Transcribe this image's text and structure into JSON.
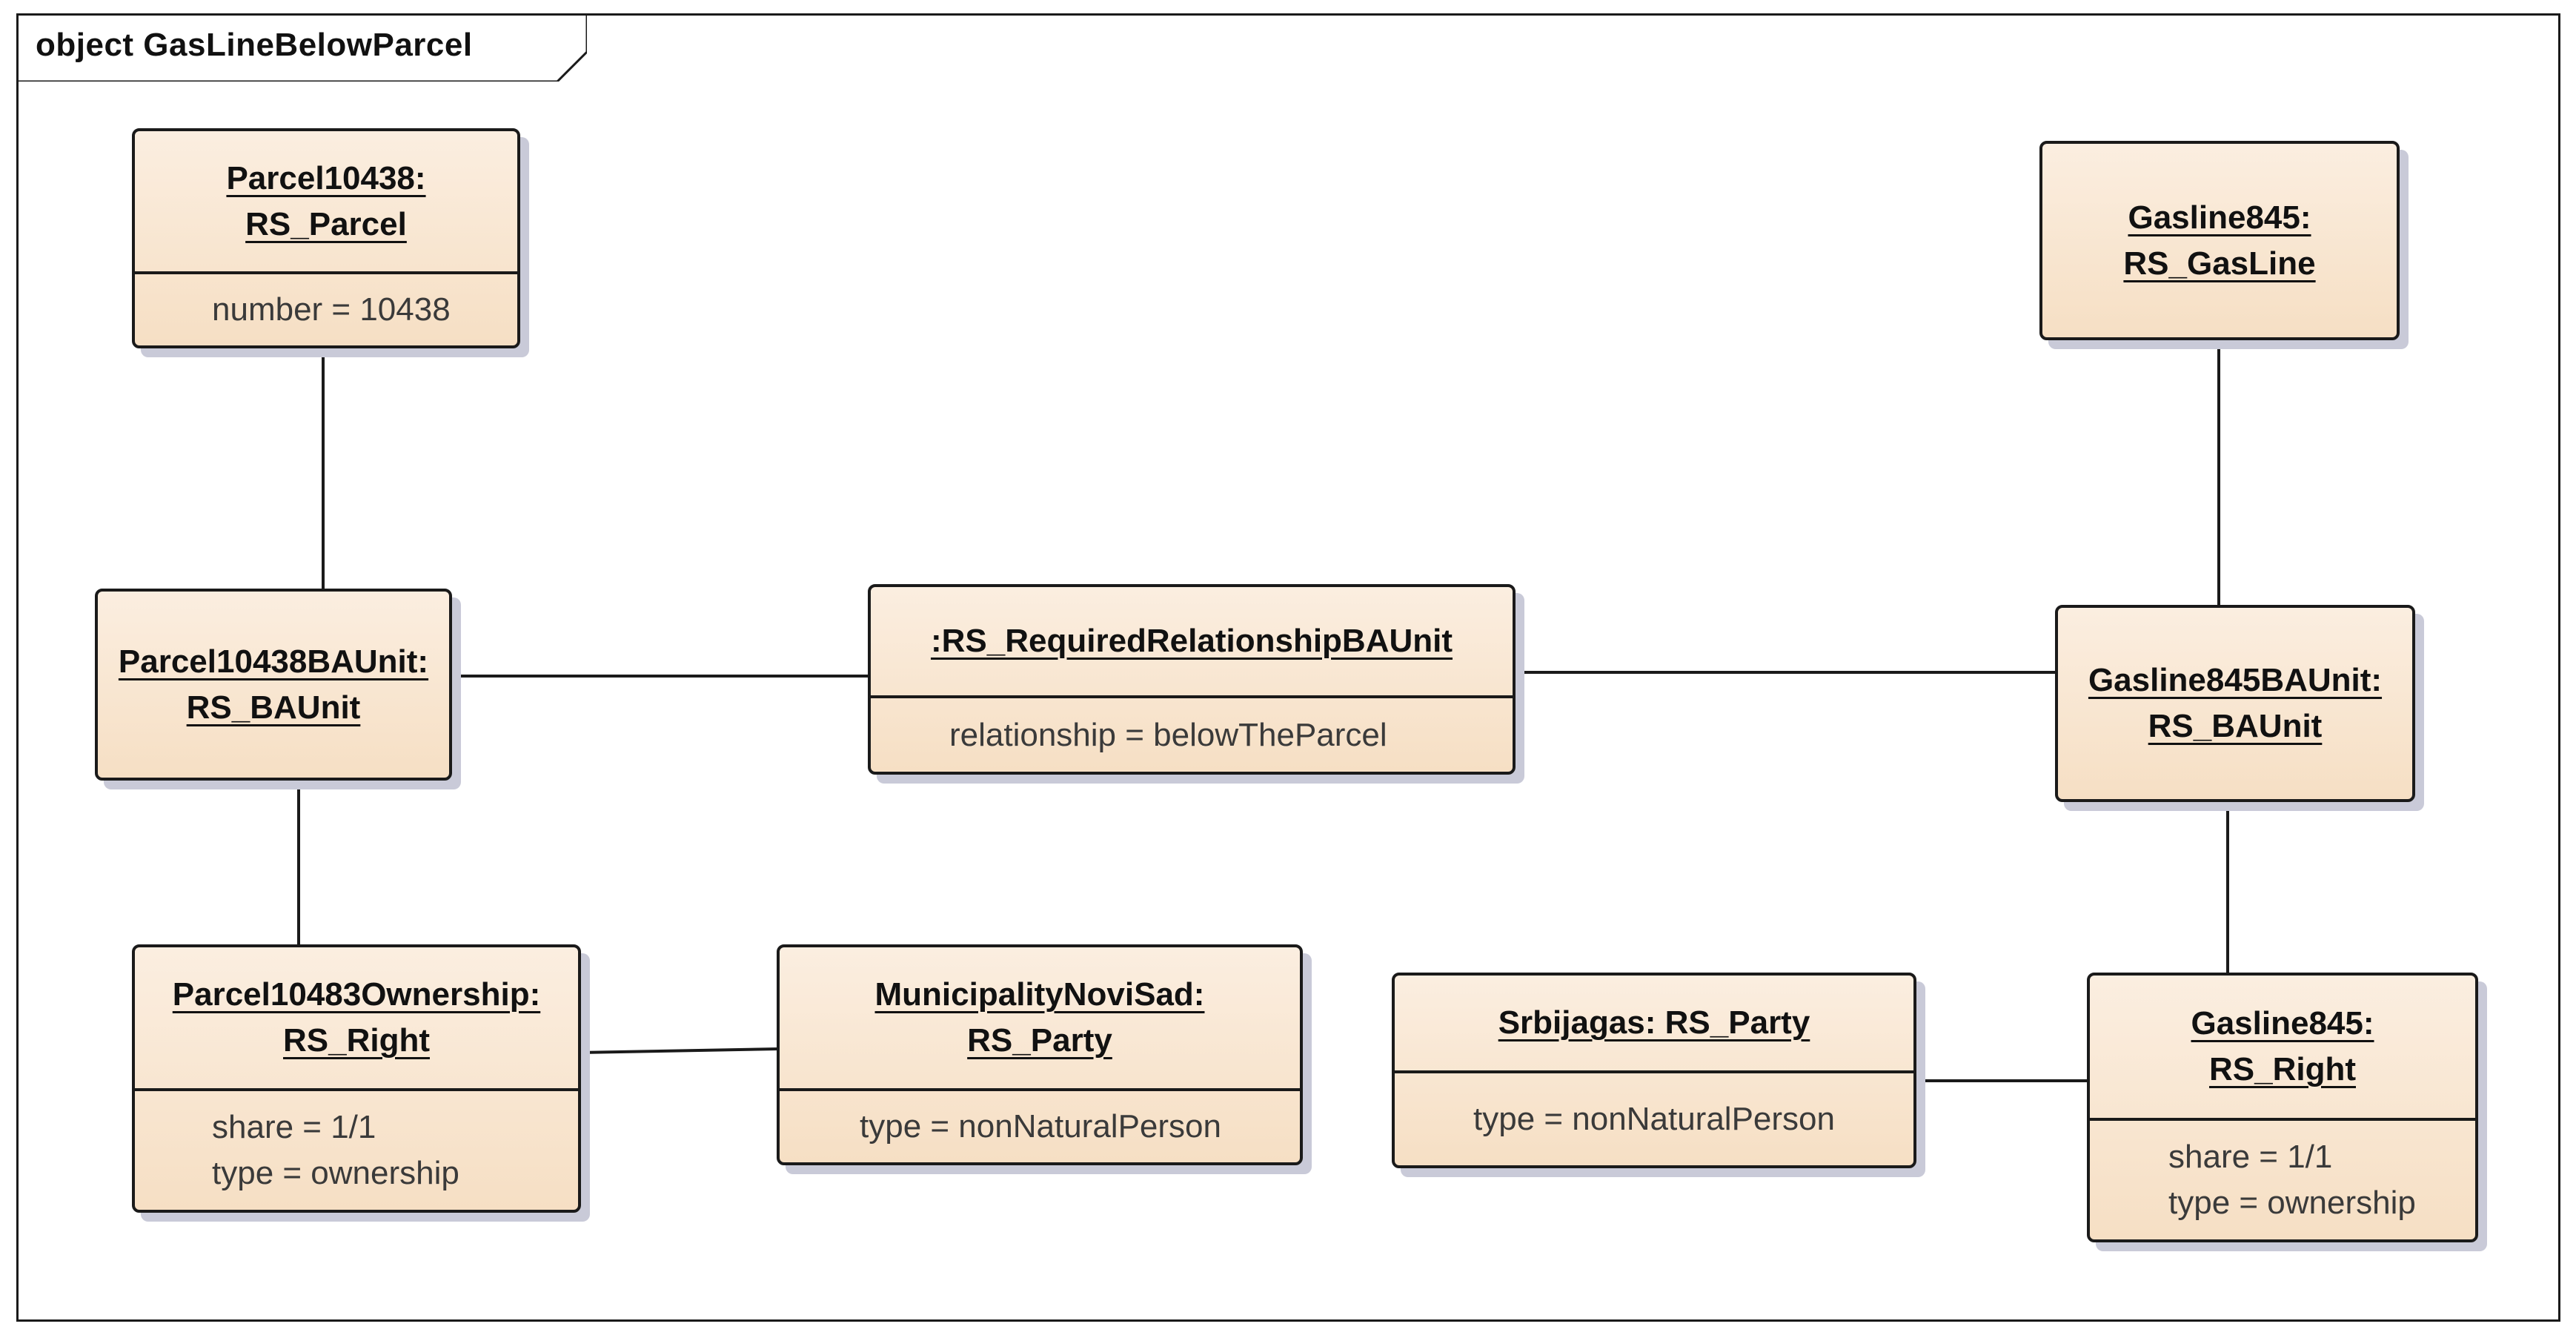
{
  "diagram": {
    "title": "object GasLineBelowParcel"
  },
  "objects": {
    "parcel": {
      "name_line1": "Parcel10438:",
      "name_line2": "RS_Parcel",
      "attr1": "number = 10438"
    },
    "parcel_baunit": {
      "name_line1": "Parcel10438BAUnit:",
      "name_line2": "RS_BAUnit"
    },
    "required_relationship": {
      "name_line1": ":RS_RequiredRelationshipBAUnit",
      "attr1": "relationship = belowTheParcel"
    },
    "parcel_ownership": {
      "name_line1": "Parcel10483Ownership:",
      "name_line2": "RS_Right",
      "attr1": "share = 1/1",
      "attr2": "type = ownership"
    },
    "municipality": {
      "name_line1": "MunicipalityNoviSad:",
      "name_line2": "RS_Party",
      "attr1": "type = nonNaturalPerson"
    },
    "gasline": {
      "name_line1": "Gasline845:",
      "name_line2": "RS_GasLine"
    },
    "gasline_baunit": {
      "name_line1": "Gasline845BAUnit:",
      "name_line2": "RS_BAUnit"
    },
    "srbijagas": {
      "name_line1": "Srbijagas: RS_Party",
      "attr1": "type = nonNaturalPerson"
    },
    "gasline_right": {
      "name_line1": "Gasline845:",
      "name_line2": "RS_Right",
      "attr1": "share = 1/1",
      "attr2": "type = ownership"
    }
  },
  "links": [
    {
      "from": "Parcel10438: RS_Parcel",
      "to": "Parcel10438BAUnit: RS_BAUnit"
    },
    {
      "from": "Parcel10438BAUnit: RS_BAUnit",
      "to": ":RS_RequiredRelationshipBAUnit"
    },
    {
      "from": ":RS_RequiredRelationshipBAUnit",
      "to": "Gasline845BAUnit: RS_BAUnit"
    },
    {
      "from": "Parcel10438BAUnit: RS_BAUnit",
      "to": "Parcel10483Ownership: RS_Right"
    },
    {
      "from": "Parcel10483Ownership: RS_Right",
      "to": "MunicipalityNoviSad: RS_Party"
    },
    {
      "from": "Gasline845: RS_GasLine",
      "to": "Gasline845BAUnit: RS_BAUnit"
    },
    {
      "from": "Gasline845BAUnit: RS_BAUnit",
      "to": "Gasline845: RS_Right"
    },
    {
      "from": "Srbijagas: RS_Party",
      "to": "Gasline845: RS_Right"
    }
  ]
}
